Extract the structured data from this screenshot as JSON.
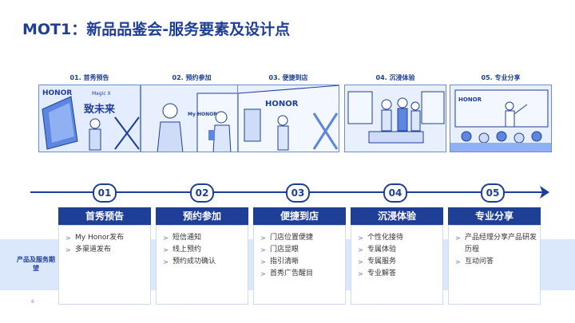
{
  "title": "MOT1：新品品鉴会-服务要素及设计点",
  "stages": [
    {
      "label": "01. 首秀预告",
      "num": "01",
      "head": "首秀预告",
      "items": [
        "My Honor发布",
        "多渠道发布"
      ]
    },
    {
      "label": "02. 预约参加",
      "num": "02",
      "head": "预约参加",
      "items": [
        "短信通知",
        "线上预约",
        "预约成功确认"
      ]
    },
    {
      "label": "03. 便捷到店",
      "num": "03",
      "head": "便捷到店",
      "items": [
        "门店位置便捷",
        "门店显眼",
        "指引清晰",
        "首秀广告醒目"
      ]
    },
    {
      "label": "04. 沉浸体验",
      "num": "04",
      "head": "沉浸体验",
      "items": [
        "个性化接待",
        "专属体验",
        "专属服务",
        "专业解答"
      ]
    },
    {
      "label": "05. 专业分享",
      "num": "05",
      "head": "专业分享",
      "items": [
        "产品经理分享产品研发历程",
        "互动问答"
      ]
    }
  ],
  "sketch_text": {
    "brand": "HONOR",
    "tagline": "Magic X",
    "slogan": "致未来",
    "app": "My HONOR"
  },
  "band_label": "产品及服务期望",
  "page_number": "8",
  "colors": {
    "primary": "#1f3f96",
    "band": "#dbe7fb",
    "sketch_bg": "#eaf1ff"
  }
}
